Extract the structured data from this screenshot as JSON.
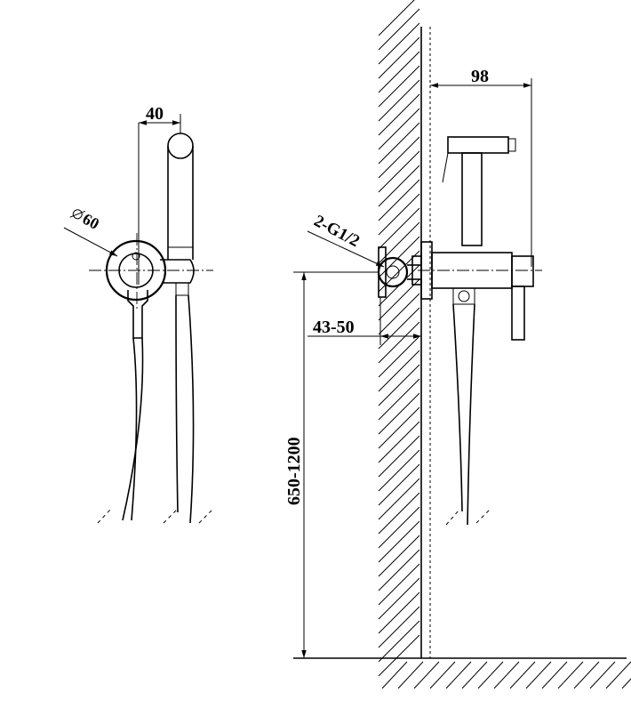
{
  "front_view": {
    "width_label": "40",
    "diameter_label": "60"
  },
  "side_view": {
    "projection_label": "98",
    "thread_label": "2-G1/2",
    "depth_label": "43-50",
    "height_label": "650-1200"
  }
}
